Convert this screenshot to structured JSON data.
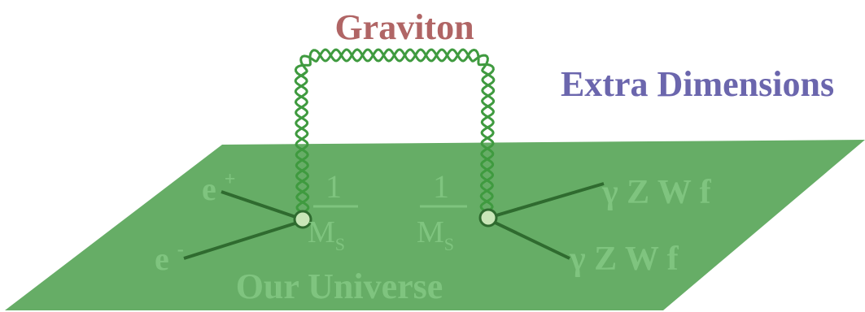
{
  "labels": {
    "graviton": "Graviton",
    "extra_dimensions": "Extra Dimensions",
    "our_universe": "Our Universe",
    "positron": "e",
    "positron_sup": "+",
    "electron": "e",
    "electron_sup": "-",
    "coupling_left_num": "1",
    "coupling_left_den": "M",
    "coupling_left_sub": "S",
    "coupling_right_num": "1",
    "coupling_right_den": "M",
    "coupling_right_sub": "S",
    "final_state_top": "γ Z W f",
    "final_state_bottom": "γ Z W f"
  },
  "colors": {
    "background": "#ffffff",
    "brane_fill": "#66ad66",
    "brane_text": "#7fc47f",
    "particle_line": "#2f6b2f",
    "graviton_line": "#3f9a3f",
    "graviton_title": "#b06565",
    "extra_dim_title": "#6b66ad",
    "vertex_fill": "#c9e6b8"
  }
}
